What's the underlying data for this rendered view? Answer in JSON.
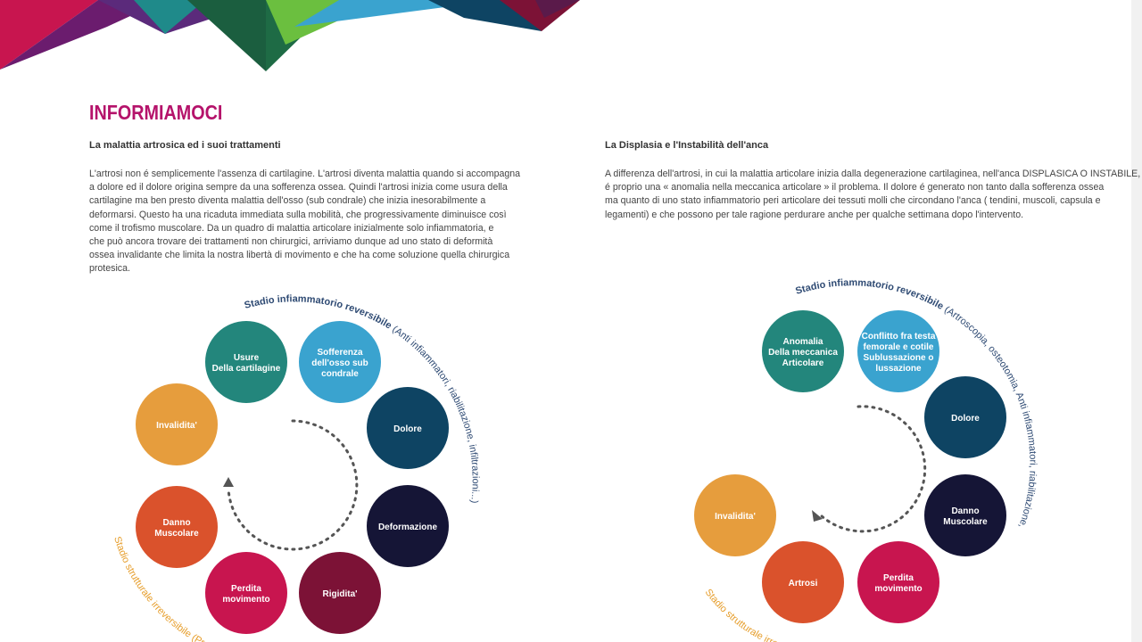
{
  "title": "INFORMIAMOCI",
  "colors": {
    "title": "#b5136b",
    "teal": "#23867c",
    "lightblue": "#3aa3cf",
    "navy": "#0e4463",
    "darknavy": "#151536",
    "burgundy": "#7c1236",
    "crimson": "#c8154f",
    "orange_red": "#da522c",
    "amber": "#e69d3d",
    "arc_blue": "#2e4a73",
    "arc_orange": "#e69d2a"
  },
  "left": {
    "heading": "La malattia artrosica ed i suoi trattamenti",
    "paragraph": [
      "L'artrosi non é semplicemente l'assenza di cartilagine. L'artrosi diventa malattia quando si accompagna",
      "a dolore ed il dolore origina sempre da una sofferenza ossea. Quindi l'artrosi inizia come usura della",
      "cartilagine ma ben presto diventa malattia dell'osso (sub condrale) che inizia inesorabilmente a",
      "deformarsi. Questo ha una ricaduta immediata sulla mobilità, che progressivamente diminuisce così",
      "come il trofismo muscolare. Da un quadro di malattia articolare inizialmente solo infiammatoria, e",
      "che può ancora trovare dei trattamenti non chirurgici, arriviamo dunque ad uno stato di deformità",
      "ossea invalidante che limita la nostra libertà di movimento e che ha come soluzione quella chirurgica",
      "protesica."
    ],
    "arc_top_bold": "Stadio infiammatorio reversibile",
    "arc_top_rest": " (Anti infiammatori, riabilitazione, infiltrazioni...)",
    "arc_bottom": "Stadio strutturale irreversibile (Prot",
    "nodes": [
      {
        "label": [
          "Usure",
          "Della cartilagine"
        ],
        "color": "#23867c"
      },
      {
        "label": [
          "Sofferenza",
          "dell'osso sub",
          "condrale"
        ],
        "color": "#3aa3cf"
      },
      {
        "label": [
          "Dolore"
        ],
        "color": "#0e4463"
      },
      {
        "label": [
          "Deformazione"
        ],
        "color": "#151536"
      },
      {
        "label": [
          "Rigidita'"
        ],
        "color": "#7c1236"
      },
      {
        "label": [
          "Perdita",
          "movimento"
        ],
        "color": "#c8154f"
      },
      {
        "label": [
          "Danno",
          "Muscolare"
        ],
        "color": "#da522c"
      },
      {
        "label": [
          "Invalidita'"
        ],
        "color": "#e69d3d"
      }
    ]
  },
  "right": {
    "heading": "La Displasia e l'Instabilità dell'anca",
    "paragraph": [
      "A differenza dell'artrosi, in cui la malattia articolare inizia dalla degenerazione cartilaginea, nell'anca DISPLASICA O INSTABILE,",
      "é proprio una « anomalia nella meccanica articolare » il problema. Il dolore é generato non tanto dalla sofferenza ossea",
      "ma quanto di uno stato infiammatorio peri articolare dei tessuti molli che circondano l'anca ( tendini, muscoli, capsula e",
      "legamenti) e che possono per tale ragione perdurare anche per qualche settimana dopo l'intervento."
    ],
    "arc_top_bold": "Stadio infiammatorio reversibile",
    "arc_top_rest": " (Artroscopia, osteotomia, Anti infiammatori, riabilitazione, infiltrazioni...)",
    "arc_bottom": "Stadio strutturale irre",
    "nodes": [
      {
        "label": [
          "Anomalia",
          "Della meccanica",
          "Articolare"
        ],
        "color": "#23867c"
      },
      {
        "label": [
          "Conflitto fra testa",
          "femorale e cotile",
          "Sublussazione o",
          "lussazione"
        ],
        "color": "#3aa3cf"
      },
      {
        "label": [
          "Dolore"
        ],
        "color": "#0e4463"
      },
      {
        "label": [
          "Danno",
          "Muscolare"
        ],
        "color": "#151536"
      },
      {
        "label": [
          "Perdita",
          "movimento"
        ],
        "color": "#c8154f"
      },
      {
        "label": [
          "Artrosi"
        ],
        "color": "#da522c"
      },
      {
        "label": [
          "Invalidita'"
        ],
        "color": "#e69d3d"
      }
    ]
  }
}
